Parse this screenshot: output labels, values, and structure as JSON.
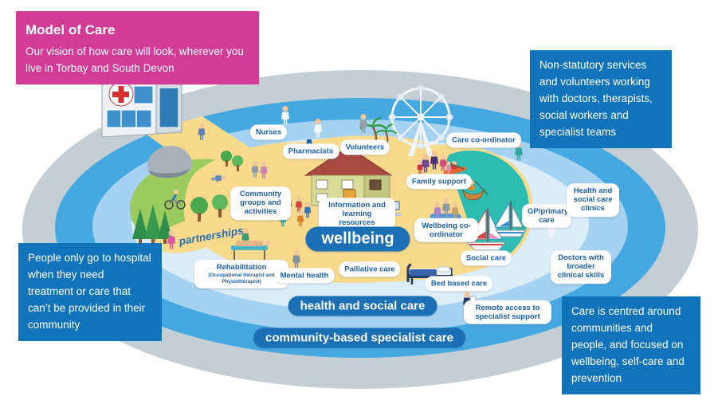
{
  "title_box": {
    "title": "Model of Care",
    "body": "Our vision of how care will look, wherever you live in Torbay and South Devon"
  },
  "callouts": {
    "top_right": "Non-statutory services and volunteers working with doctors, therapists, social workers and specialist teams",
    "left": "People only go to hospital when they need treatment or care that can’t be provided in their community",
    "bottom_right": "Care is centred around communities and people, and focused on wellbeing, self-care and prevention"
  },
  "bands": {
    "inner": "wellbeing",
    "middle": "health and social care",
    "outer": "community-based specialist care"
  },
  "labels": {
    "nurses": "Nurses",
    "pharmacists": "Pharmacists",
    "volunteers": "Volunteers",
    "care_coordinator": "Care co-ordinator",
    "family_support": "Family support",
    "community_groups": "Community groups and activities",
    "information": "Information and learning resources",
    "wellbeing_coordinator": "Wellbeing co-ordinator",
    "gp_primary_care": "GP/primary care",
    "health_social_clinics": "Health and social care clinics",
    "partnerships": "partnerships",
    "rehabilitation": "Rehabilitation",
    "rehabilitation_sub": "(Occupational therapist and Physiotherapist)",
    "mental_health": "Mental health",
    "palliative_care": "Palliative care",
    "social_care": "Social care",
    "bed_based_care": "Bed based care",
    "doctors_broader": "Doctors with broader clinical skills",
    "remote_access": "Remote access to specialist support"
  },
  "icons": [
    "hospital-icon",
    "ferris-wheel-icon",
    "house-icon",
    "computer-icon",
    "bed-icon",
    "rock-icon",
    "tree-icon",
    "palm-tree-icon",
    "sailboat-icon",
    "kayak-icon",
    "fishing-boat-icon",
    "cyclist-icon",
    "person-icon"
  ],
  "colors": {
    "pink_box": "#d23b96",
    "blue_box": "#1173b9",
    "pill_blue": "#1a6fb5",
    "label_text": "#1c5fa8",
    "ring_gray": "#c4ced5",
    "ring_blue": "#46a8e0",
    "ring_light_blue": "#a5d2f0",
    "ring_pale_blue": "#dcedfa",
    "sand": "#f7da8c",
    "sea": "#2dbcb1",
    "grass": "#9bcb5e"
  }
}
